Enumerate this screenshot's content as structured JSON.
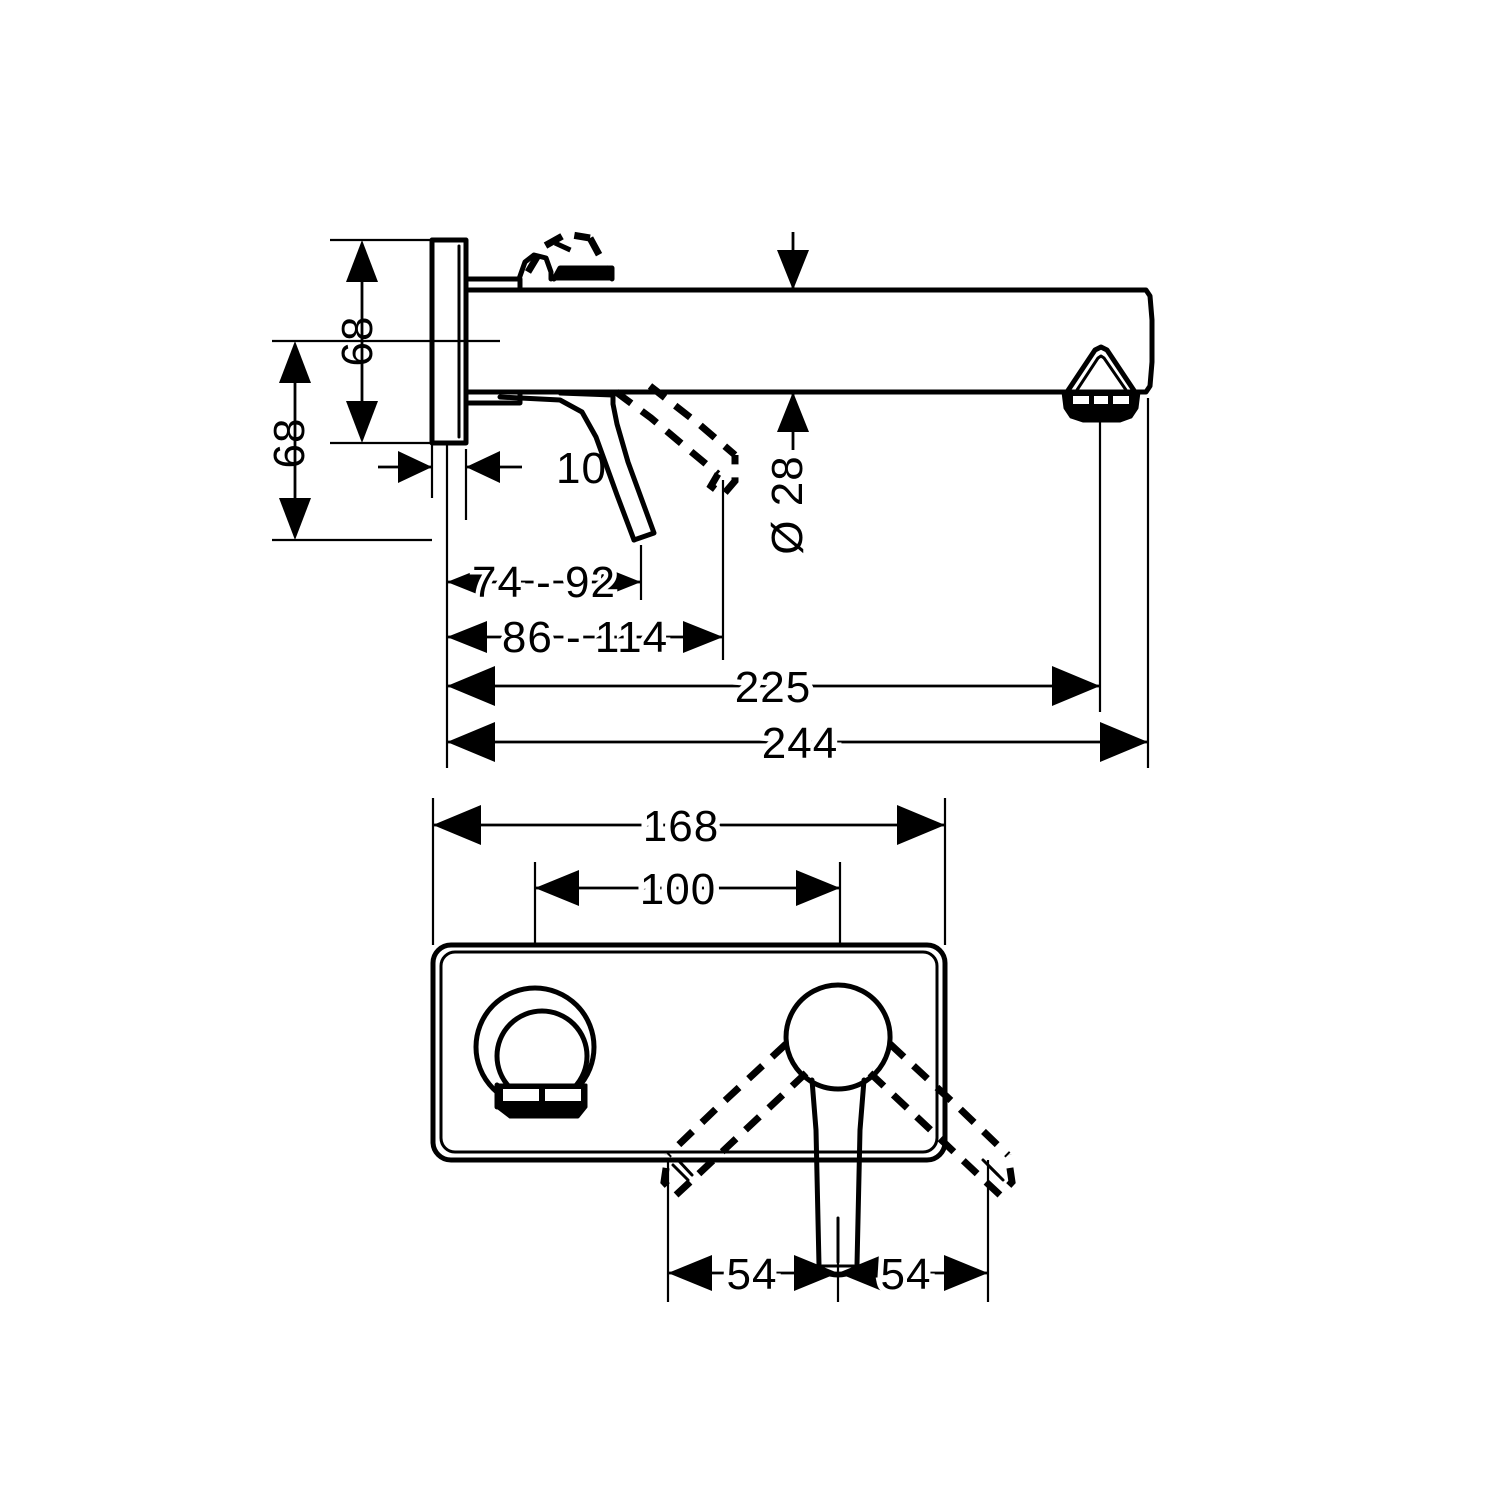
{
  "drawing": {
    "title": "Wall-mounted single lever basin mixer - dimensional drawing",
    "line_color": "#000000",
    "background_color": "#ffffff",
    "units_note": "",
    "views": [
      {
        "name": "side-elevation",
        "label": ""
      },
      {
        "name": "front-elevation",
        "label": ""
      }
    ]
  },
  "dimensions": {
    "side_view": {
      "plate_height_inner": "68",
      "plate_height_outer": "68",
      "plate_thickness": "10",
      "spout_diameter": "Ø 28",
      "lever_reach_range": "74 - 92",
      "lever_reach_range_outer": "86 - 114",
      "spout_projection_aerator": "225",
      "spout_projection_total": "244"
    },
    "front_view": {
      "plate_width": "168",
      "hole_spacing": "100",
      "lever_swing_left": "54",
      "lever_swing_right": "54"
    }
  },
  "labels": {
    "d68_inner": "68",
    "d68_outer": "68",
    "d10": "10",
    "d28": "Ø 28",
    "d74_92": "74 - 92",
    "d86_114": "86 - 114",
    "d225": "225",
    "d244": "244",
    "d168": "168",
    "d100": "100",
    "d54_left": "54",
    "d54_right": "54"
  }
}
